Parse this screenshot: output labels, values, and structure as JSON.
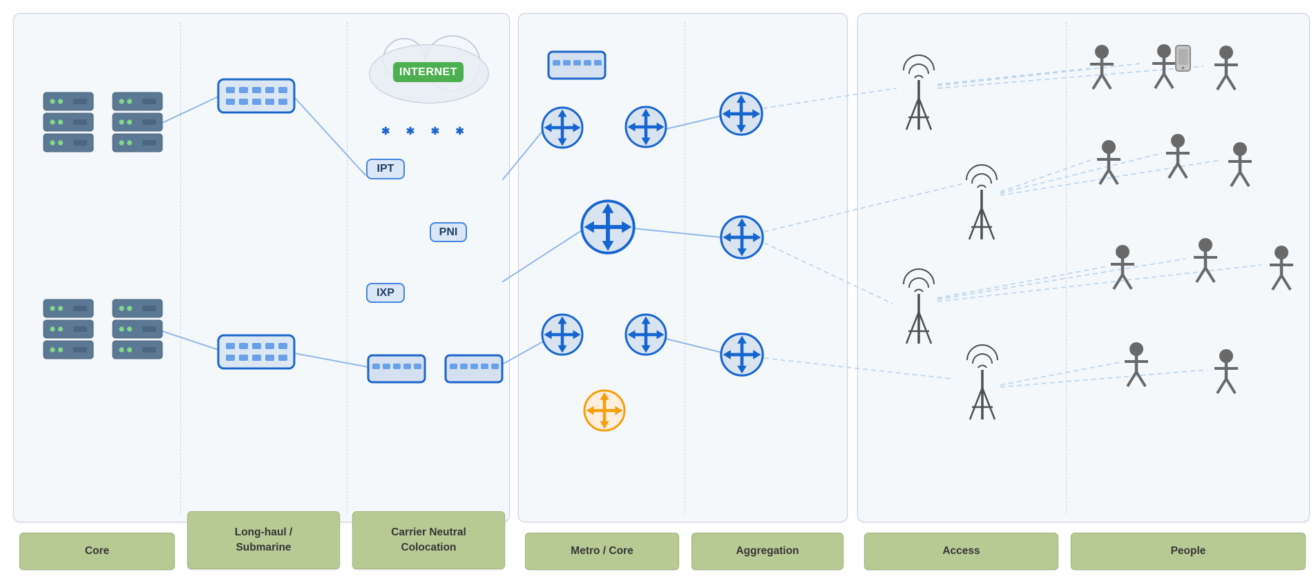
{
  "internet_label": "INTERNET",
  "colocation": {
    "exchanges": [
      {
        "label": "IPT"
      },
      {
        "label": "PNI"
      },
      {
        "label": "IXP"
      }
    ],
    "asterisk": "✱"
  },
  "lanes": [
    {
      "label": "Core"
    },
    {
      "label": "Long-haul /\nSubmarine"
    },
    {
      "label": "Carrier Neutral\nColocation"
    },
    {
      "label": "Metro / Core"
    },
    {
      "label": "Aggregation"
    },
    {
      "label": "Access"
    },
    {
      "label": "People"
    }
  ],
  "palette": {
    "accent_blue": "#1a66cc",
    "router_fill": "#d9e4f0",
    "link_blue": "#90b8ea",
    "wireless_dashed_blue": "#bdd7ec",
    "internet_green": "#4caf50",
    "lane_green": "#b8ca94",
    "server_slate": "#5b7994",
    "led_green": "#82d987",
    "orange_accent": "#f59f0a",
    "tower_gray": "#4f4f4f",
    "person_gray": "#696969"
  }
}
